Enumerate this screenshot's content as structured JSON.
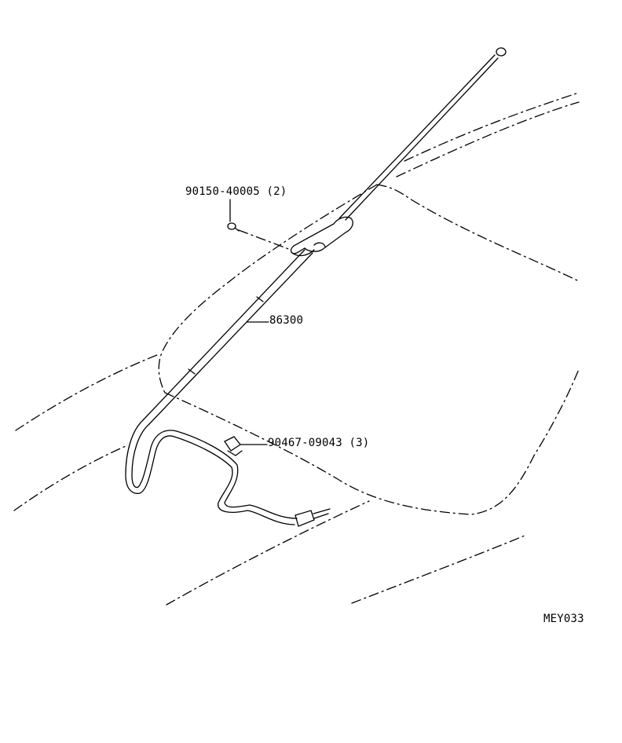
{
  "callouts": {
    "screw": "90150-40005 (2)",
    "antenna": "86300",
    "clamp": "90467-09043 (3)"
  },
  "figure_code": "MEY033"
}
